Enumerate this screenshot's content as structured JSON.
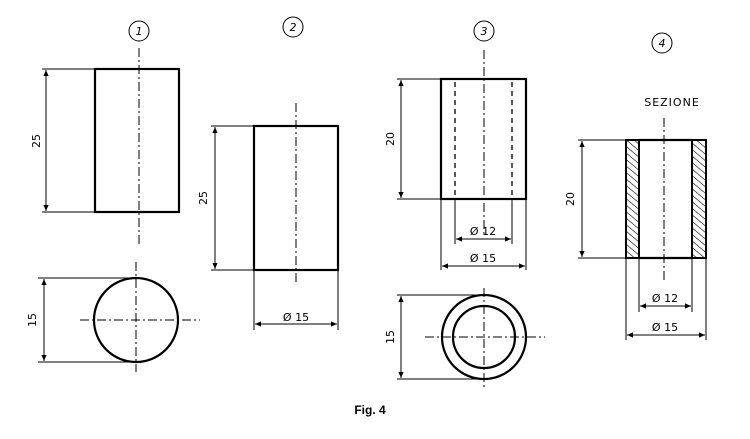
{
  "figure": {
    "caption": "Fig. 4",
    "views": [
      {
        "number": "1",
        "height_dim": "25",
        "diameter_dim": "15"
      },
      {
        "number": "2",
        "height_dim": "25",
        "diameter_dim": "Ø 15"
      },
      {
        "number": "3",
        "height_dim": "20",
        "inner_diameter_dim": "Ø 12",
        "outer_diameter_dim": "Ø 15",
        "plan_dim": "15"
      },
      {
        "number": "4",
        "section_label": "SEZIONE",
        "height_dim": "20",
        "inner_diameter_dim": "Ø 12",
        "outer_diameter_dim": "Ø 15"
      }
    ]
  }
}
